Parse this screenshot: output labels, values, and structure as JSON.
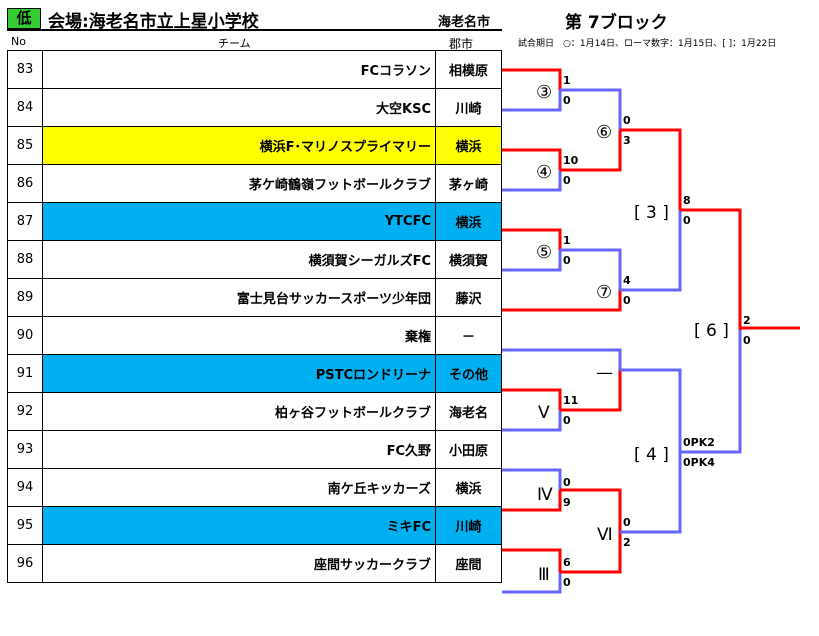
{
  "header": {
    "level": "低",
    "venue": "会場:海老名市立上星小学校",
    "city": "海老名市",
    "block": "第 7ブロック",
    "col_no": "No",
    "col_team": "チーム",
    "col_city": "郡市",
    "legend": "試合期日　○：1月14日、ローマ数字：1月15日、[ ]：1月22日"
  },
  "teams": [
    {
      "no": "83",
      "name": "FCコラソン",
      "city": "相模原",
      "hl": ""
    },
    {
      "no": "84",
      "name": "大空KSC",
      "city": "川崎",
      "hl": ""
    },
    {
      "no": "85",
      "name": "横浜F･マリノスプライマリー",
      "city": "横浜",
      "hl": "yellow"
    },
    {
      "no": "86",
      "name": "茅ケ崎鶴嶺フットボールクラブ",
      "city": "茅ヶ崎",
      "hl": ""
    },
    {
      "no": "87",
      "name": "YTCFC",
      "city": "横浜",
      "hl": "blue"
    },
    {
      "no": "88",
      "name": "横須賀シーガルズFC",
      "city": "横須賀",
      "hl": ""
    },
    {
      "no": "89",
      "name": "富士見台サッカースポーツ少年団",
      "city": "藤沢",
      "hl": ""
    },
    {
      "no": "90",
      "name": "棄権",
      "city": "－",
      "hl": ""
    },
    {
      "no": "91",
      "name": "PSTCロンドリーナ",
      "city": "その他",
      "hl": "blue"
    },
    {
      "no": "92",
      "name": "柏ヶ谷フットボールクラブ",
      "city": "海老名",
      "hl": ""
    },
    {
      "no": "93",
      "name": "FC久野",
      "city": "小田原",
      "hl": ""
    },
    {
      "no": "94",
      "name": "南ケ丘キッカーズ",
      "city": "横浜",
      "hl": ""
    },
    {
      "no": "95",
      "name": "ミキFC",
      "city": "川崎",
      "hl": "blue"
    },
    {
      "no": "96",
      "name": "座間サッカークラブ",
      "city": "座間",
      "hl": ""
    }
  ],
  "bracket": {
    "labels": [
      "③",
      "④",
      "⑤",
      "⑥",
      "⑦",
      "[ 3 ]",
      "[ 6 ]",
      "—",
      "Ⅴ",
      "Ⅳ",
      "Ⅲ",
      "Ⅵ",
      "[ 4 ]"
    ],
    "scores": [
      "1",
      "0",
      "10",
      "0",
      "1",
      "0",
      "0",
      "3",
      "4",
      "0",
      "8",
      "0",
      "2",
      "0",
      "11",
      "0",
      "0",
      "9",
      "6",
      "0",
      "0",
      "2",
      "0PK2",
      "0PK4"
    ]
  },
  "colors": {
    "winner": "#ff0000",
    "loser": "#6666ff",
    "yellow": "#ffff00",
    "blue": "#00b0f0",
    "badge": "#33cc33"
  }
}
